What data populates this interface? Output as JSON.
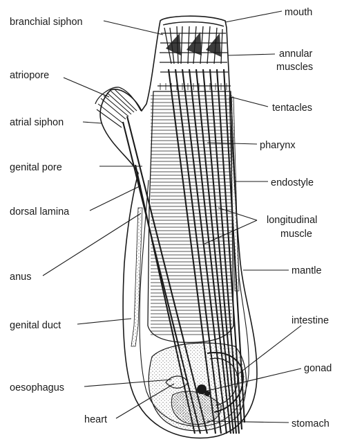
{
  "labels": {
    "branchial_siphon": "branchial siphon",
    "mouth": "mouth",
    "annular_muscles_1": "annular",
    "annular_muscles_2": "muscles",
    "atriopore": "atriopore",
    "tentacles": "tentacles",
    "atrial_siphon": "atrial siphon",
    "pharynx": "pharynx",
    "genital_pore": "genital pore",
    "endostyle": "endostyle",
    "dorsal_lamina": "dorsal lamina",
    "longitudinal_muscle_1": "longitudinal",
    "longitudinal_muscle_2": "muscle",
    "anus": "anus",
    "mantle": "mantle",
    "genital_duct": "genital duct",
    "intestine": "intestine",
    "gonad": "gonad",
    "oesophagus": "oesophagus",
    "heart": "heart",
    "stomach": "stomach"
  },
  "colors": {
    "ink": "#1a1a1a",
    "background": "#ffffff",
    "stipple": "#555555"
  }
}
